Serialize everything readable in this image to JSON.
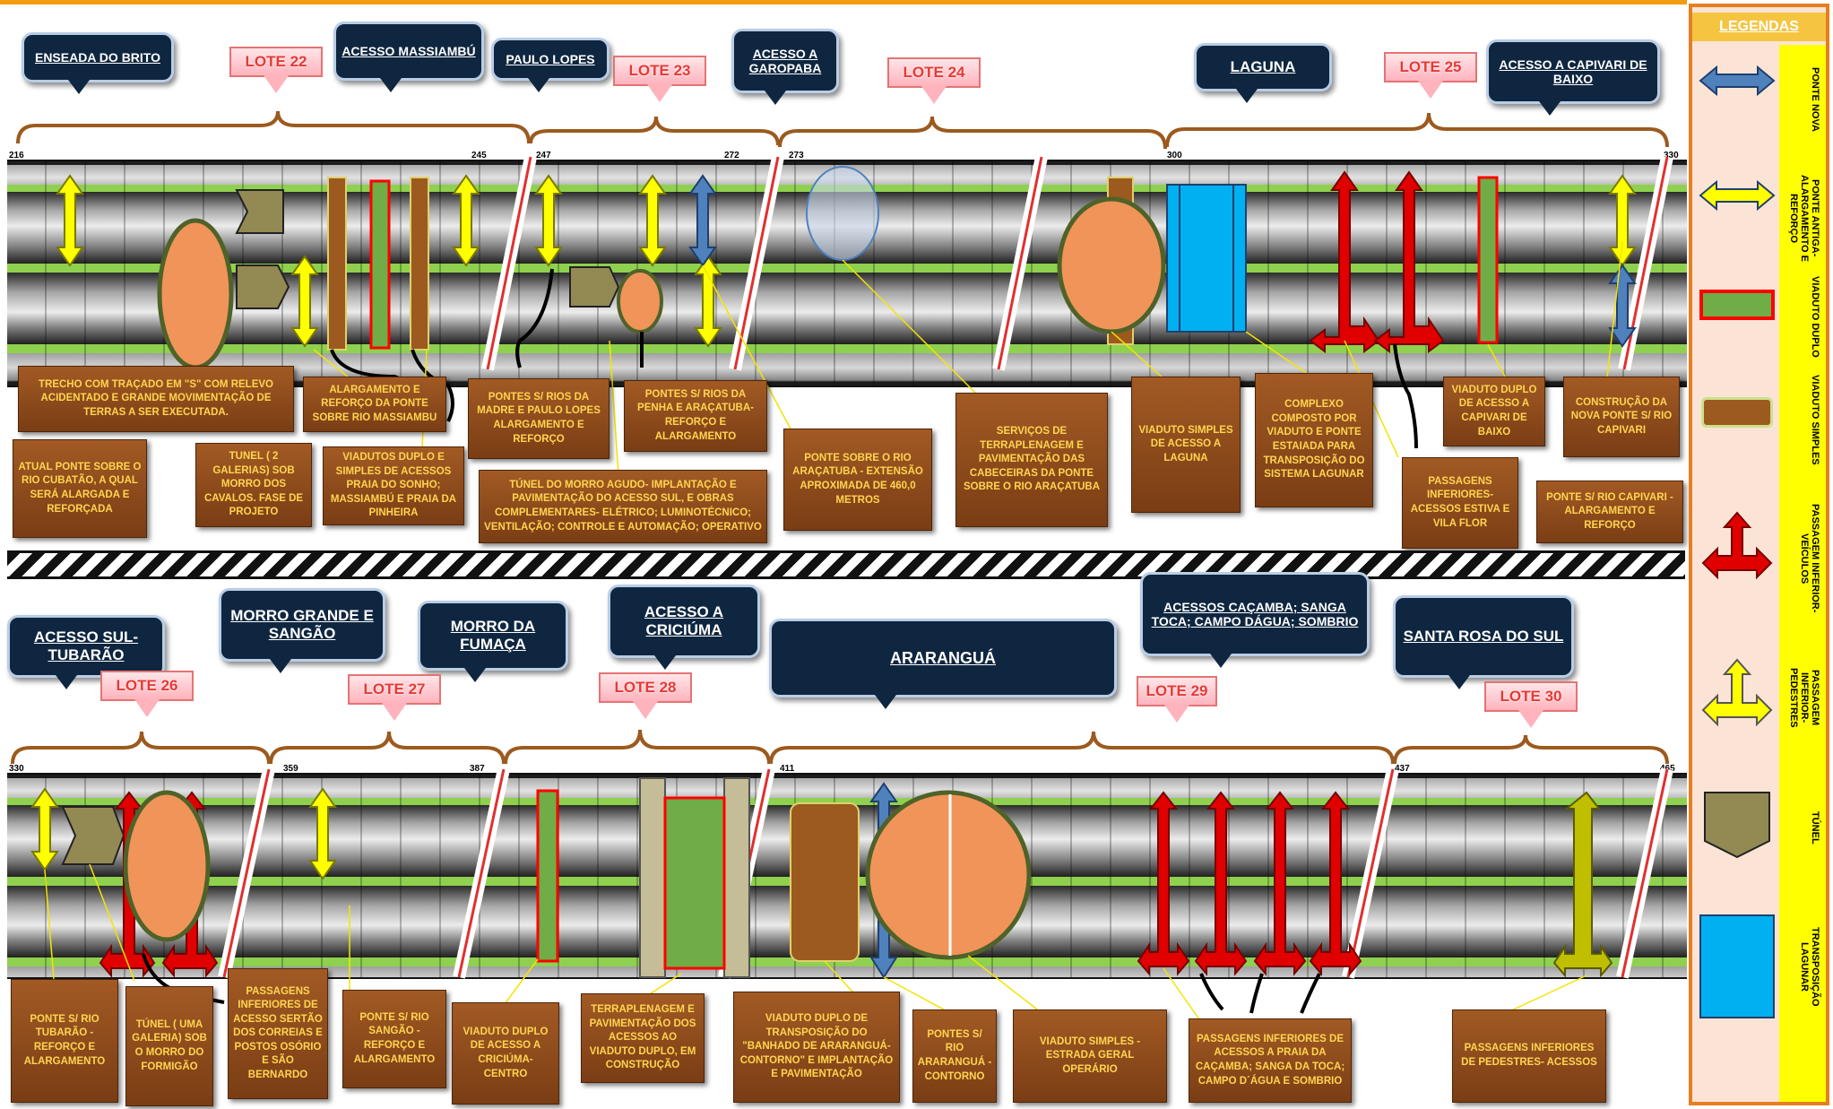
{
  "legend": {
    "title": "LEGENDAS",
    "items": [
      {
        "label": "PONTE NOVA",
        "color": "#4f81bd"
      },
      {
        "label": "PONTE ANTIGA- ALARGAMENTO E REFORÇO",
        "color": "#ffff00"
      },
      {
        "label": "VIADUTO DUPLO",
        "color": "#70ad47"
      },
      {
        "label": "VIADUTO SIMPLES",
        "color": "#9c5a1e"
      },
      {
        "label": "PASSAGEM INFERIOR- VEÍCULOS",
        "color": "#e00000"
      },
      {
        "label": "PASSAGEM INFERIOR- PEDESTRES",
        "color": "#ffff00"
      },
      {
        "label": "TÚNEL",
        "color": "#938953"
      },
      {
        "label": "TRANSPOSIÇÃO LAGUNAR",
        "color": "#00b0f0"
      }
    ]
  },
  "top": {
    "callouts": [
      {
        "id": "enseada",
        "text": "ENSEADA DO BRITO"
      },
      {
        "id": "massiambu",
        "text": "ACESSO MASSIAMBÚ"
      },
      {
        "id": "paulo",
        "text": "PAULO LOPES"
      },
      {
        "id": "garopaba",
        "text": "ACESSO A GAROPABA"
      },
      {
        "id": "laguna",
        "text": "LAGUNA"
      },
      {
        "id": "capivari",
        "text": "ACESSO A CAPIVARI DE BAIXO"
      }
    ],
    "lotes": [
      "LOTE 22",
      "LOTE 23",
      "LOTE 24",
      "LOTE 25"
    ],
    "km": [
      "216",
      "245",
      "247",
      "272",
      "273",
      "300",
      "330"
    ],
    "notes": [
      "TRECHO COM TRAÇADO EM \"S\" COM RELEVO ACIDENTADO E GRANDE MOVIMENTAÇÃO DE TERRAS A SER EXECUTADA.",
      "ATUAL PONTE SOBRE O RIO CUBATÃO, A QUAL SERÁ ALARGADA E REFORÇADA",
      "TUNEL ( 2 GALERIAS) SOB MORRO DOS CAVALOS. FASE DE PROJETO",
      "ALARGAMENTO E REFORÇO DA PONTE SOBRE RIO MASSIAMBU",
      "VIADUTOS DUPLO E SIMPLES DE ACESSOS PRAIA DO SONHO; MASSIAMBÚ E PRAIA DA PINHEIRA",
      "PONTES S/ RIOS DA MADRE E PAULO LOPES ALARGAMENTO E REFORÇO",
      "PONTES S/ RIOS DA PENHA E ARAÇATUBA- REFORÇO E ALARGAMENTO",
      "TÚNEL DO MORRO AGUDO- IMPLANTAÇÃO E PAVIMENTAÇÃO DO ACESSO SUL, E OBRAS COMPLEMENTARES- ELÉTRICO; LUMINOTÉCNICO; VENTILAÇÃO; CONTROLE E AUTOMAÇÃO; OPERATIVO",
      "PONTE SOBRE O RIO ARAÇATUBA - EXTENSÃO APROXIMADA DE 460,0 METROS",
      "SERVIÇOS DE TERRAPLENAGEM E PAVIMENTAÇÃO DAS CABECEIRAS DA PONTE SOBRE O RIO ARAÇATUBA",
      "VIADUTO SIMPLES DE ACESSO A LAGUNA",
      "COMPLEXO COMPOSTO POR VIADUTO E PONTE ESTAIADA PARA TRANSPOSIÇÃO DO SISTEMA LAGUNAR",
      "PASSAGENS INFERIORES- ACESSOS ESTIVA E VILA FLOR",
      "VIADUTO DUPLO DE ACESSO A CAPIVARI DE BAIXO",
      "CONSTRUÇÃO DA NOVA PONTE S/ RIO CAPIVARI",
      "PONTE S/ RIO CAPIVARI - ALARGAMENTO E REFORÇO"
    ]
  },
  "bottom": {
    "callouts": [
      {
        "id": "tubarao",
        "text": "ACESSO SUL- TUBARÃO"
      },
      {
        "id": "morro-grande",
        "text": "MORRO GRANDE E SANGÃO"
      },
      {
        "id": "fumaca",
        "text": "MORRO DA FUMAÇA"
      },
      {
        "id": "criciuma",
        "text": "ACESSO A CRICIÚMA"
      },
      {
        "id": "ararangua",
        "text": "ARARANGUÁ"
      },
      {
        "id": "cacamba",
        "text": "ACESSOS CAÇAMBA; SANGA TOCA; CAMPO DÁGUA; SOMBRIO"
      },
      {
        "id": "santa-rosa",
        "text": "SANTA ROSA DO SUL"
      }
    ],
    "lotes": [
      "LOTE 26",
      "LOTE 27",
      "LOTE 28",
      "LOTE 29",
      "LOTE 30"
    ],
    "km": [
      "330",
      "359",
      "387",
      "411",
      "437",
      "465"
    ],
    "notes": [
      "PONTE S/ RIO TUBARÃO - REFORÇO E ALARGAMENTO",
      "TÚNEL ( UMA GALERIA) SOB O MORRO DO FORMIGÃO",
      "PASSAGENS INFERIORES DE ACESSO SERTÃO DOS CORREIAS E POSTOS OSÓRIO E SÃO BERNARDO",
      "PONTE S/ RIO SANGÃO - REFORÇO E ALARGAMENTO",
      "VIADUTO DUPLO DE ACESSO A CRICIÚMA- CENTRO",
      "TERRAPLENAGEM E PAVIMENTAÇÃO DOS ACESSOS AO VIADUTO DUPLO, EM CONSTRUÇÃO",
      "VIADUTO DUPLO DE TRANSPOSIÇÃO DO \"BANHADO DE ARARANGUÁ- CONTORNO\" E IMPLANTAÇÃO E PAVIMENTAÇÃO",
      "PONTES S/ RIO ARARANGUÁ - CONTORNO",
      "VIADUTO SIMPLES - ESTRADA GERAL OPERÁRIO",
      "PASSAGENS INFERIORES DE ACESSOS A PRAIA DA CAÇAMBA; SANGA DA TOCA; CAMPO D´ÁGUA E SOMBRIO",
      "PASSAGENS INFERIORES DE PEDESTRES- ACESSOS"
    ]
  }
}
